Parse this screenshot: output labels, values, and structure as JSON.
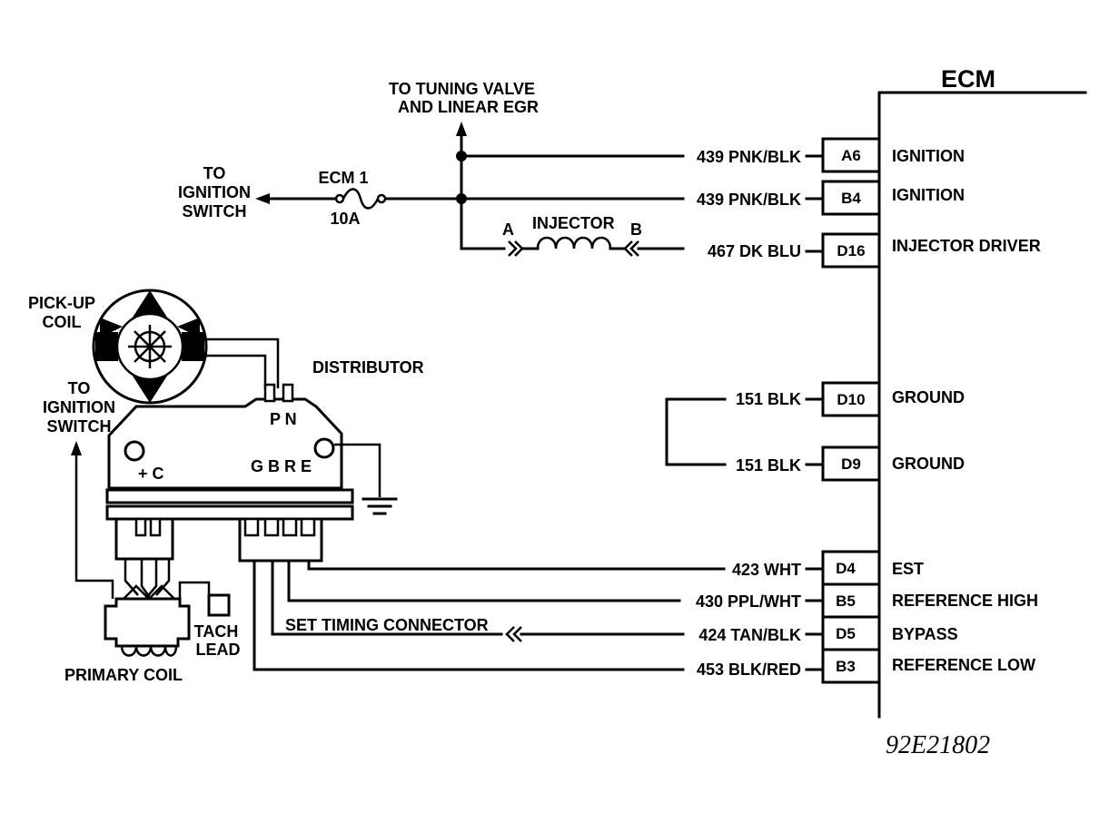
{
  "ecm": {
    "title": "ECM"
  },
  "top_arrow": {
    "line1": "TO TUNING VALVE",
    "line2": "AND LINEAR EGR"
  },
  "ignition_switch_top": {
    "line1": "TO",
    "line2": "IGNITION",
    "line3": "SWITCH"
  },
  "fuse": {
    "name": "ECM 1",
    "rating": "10A"
  },
  "injector": {
    "label": "INJECTOR",
    "pin_a": "A",
    "pin_b": "B"
  },
  "wires": [
    {
      "wire": "439 PNK/BLK",
      "pin": "A6",
      "function": "IGNITION"
    },
    {
      "wire": "439 PNK/BLK",
      "pin": "B4",
      "function": "IGNITION"
    },
    {
      "wire": "467 DK BLU",
      "pin": "D16",
      "function": "INJECTOR DRIVER"
    },
    {
      "wire": "151 BLK",
      "pin": "D10",
      "function": "GROUND"
    },
    {
      "wire": "151 BLK",
      "pin": "D9",
      "function": "GROUND"
    },
    {
      "wire": "423 WHT",
      "pin": "D4",
      "function": "EST"
    },
    {
      "wire": "430 PPL/WHT",
      "pin": "B5",
      "function": "REFERENCE HIGH"
    },
    {
      "wire": "424 TAN/BLK",
      "pin": "D5",
      "function": "BYPASS"
    },
    {
      "wire": "453 BLK/RED",
      "pin": "B3",
      "function": "REFERENCE LOW"
    }
  ],
  "pickup_coil": {
    "line1": "PICK-UP",
    "line2": "COIL"
  },
  "distributor": {
    "label": "DISTRIBUTOR",
    "pn_pins": "P N",
    "gbre_pins": "G B R E",
    "plus_c": "+ C"
  },
  "ignition_switch_left": {
    "line1": "TO",
    "line2": "IGNITION",
    "line3": "SWITCH"
  },
  "tach_lead": {
    "line1": "TACH",
    "line2": "LEAD"
  },
  "primary_coil": {
    "label": "PRIMARY COIL"
  },
  "set_timing": {
    "label": "SET TIMING CONNECTOR"
  },
  "figure_id": "92E21802"
}
